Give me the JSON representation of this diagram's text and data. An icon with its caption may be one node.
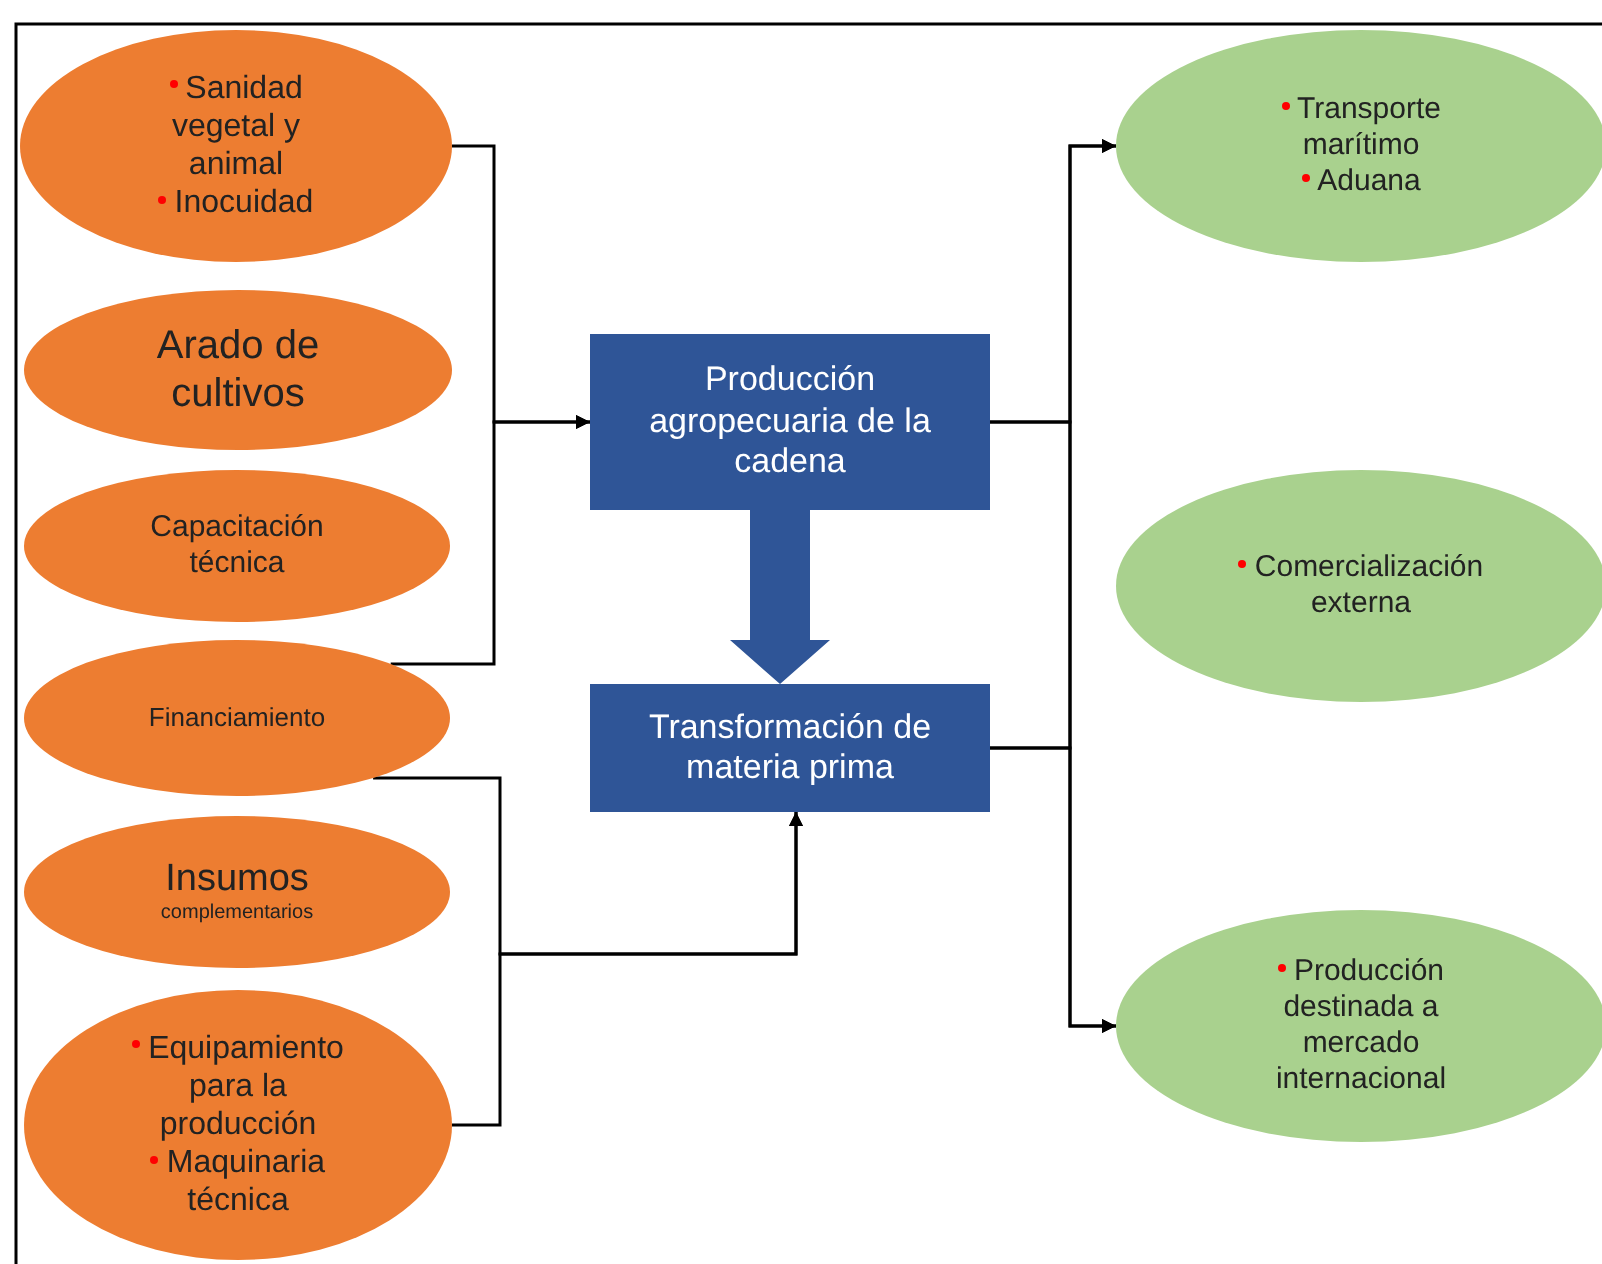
{
  "diagram": {
    "nodes": [
      {
        "text": [
          "Sanidad vegetal y animal",
          "Inocuidad"
        ]
      },
      {
        "text": [
          "Arado de cultivos"
        ]
      },
      {
        "text": [
          "Capacitación técnica"
        ]
      },
      {
        "text": [
          "Financiamiento"
        ]
      },
      {
        "text": [
          "Insumos",
          "complementarios"
        ]
      },
      {
        "text": [
          "Equipamiento para la producción",
          "Maquinaria técnica"
        ]
      },
      {
        "text": [
          "Producción agropecuaria de la cadena"
        ]
      },
      {
        "text": [
          "Transformación de materia prima"
        ]
      },
      {
        "text": [
          "Transporte marítimo",
          "Aduana"
        ]
      },
      {
        "text": [
          "Comercialización externa"
        ]
      },
      {
        "text": [
          "Producción destinada a mercado internacional"
        ]
      }
    ],
    "edges": [
      {
        "from": 0,
        "to": 6,
        "arrow": "to"
      },
      {
        "from": 3,
        "to": 6,
        "arrow": "to"
      },
      {
        "from": 3,
        "to": 7,
        "arrow": "to"
      },
      {
        "from": 5,
        "to": 7,
        "arrow": "to"
      },
      {
        "from": 6,
        "to": 7,
        "arrow": "to",
        "style": "thick",
        "color": "#2f5597"
      },
      {
        "from": 6,
        "to": 8,
        "arrow": "to"
      },
      {
        "from": 6,
        "to": 10,
        "arrow": "to"
      },
      {
        "from": 7,
        "to": 8,
        "arrow": "to"
      },
      {
        "from": 7,
        "to": 10,
        "arrow": "to"
      }
    ]
  }
}
